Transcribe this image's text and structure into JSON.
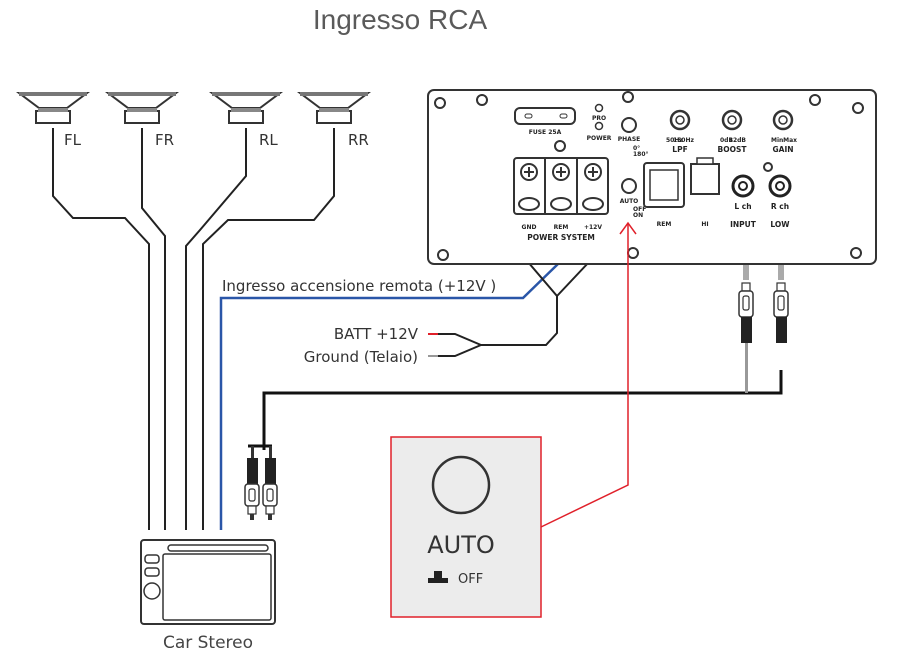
{
  "title": "Ingresso RCA",
  "speakers": [
    {
      "label": "FL"
    },
    {
      "label": "FR"
    },
    {
      "label": "RL"
    },
    {
      "label": "RR"
    }
  ],
  "head_unit": {
    "label": "Car Stereo"
  },
  "wiring_labels": {
    "remote": "Ingresso accensione remota (+12V )",
    "batt": "BATT +12V",
    "ground": "Ground (Telaio)"
  },
  "amplifier": {
    "fuse": "FUSE 25A",
    "leds": [
      "PRO",
      "POWER"
    ],
    "phase": {
      "label": "PHASE",
      "options": [
        "0°",
        "180°"
      ]
    },
    "auto": {
      "label": "AUTO",
      "options": [
        "OFF",
        "ON"
      ]
    },
    "power_terminals": [
      "GND",
      "REM",
      "+12V"
    ],
    "power_system": "POWER SYSTEM",
    "knobs": [
      {
        "label": "LPF",
        "min": "50Hz",
        "max": "150Hz"
      },
      {
        "label": "BOOST",
        "min": "0dB",
        "max": "12dB"
      },
      {
        "label": "GAIN",
        "min": "Min",
        "max": "Max"
      }
    ],
    "rem_port": "REM",
    "hi_port": "HI",
    "rca_left": "L ch",
    "rca_right": "R ch",
    "input": "INPUT",
    "low": "LOW"
  },
  "callout": {
    "label": "AUTO",
    "switch_state": "OFF"
  },
  "colors": {
    "remote_wire": "#2a56a8",
    "batt_wire": "#e0202a",
    "callout_border": "#e0202a",
    "callout_bg": "#ececec",
    "title": "#5a5a5a"
  }
}
